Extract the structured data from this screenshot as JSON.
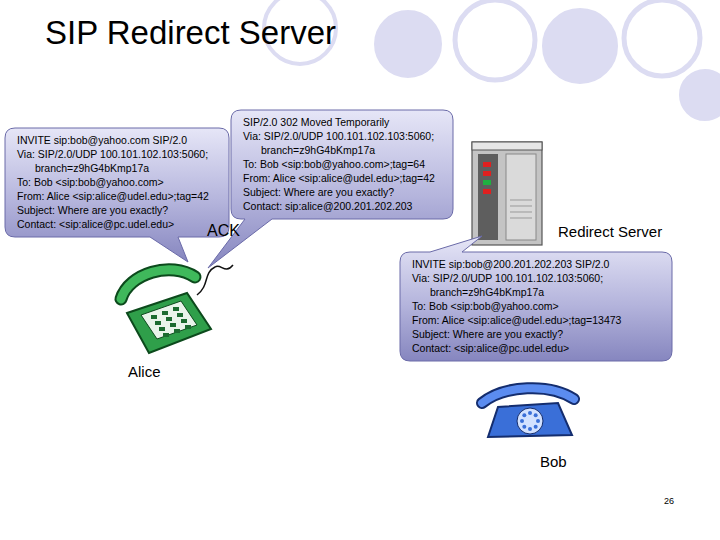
{
  "diagram": {
    "title": "SIP Redirect Server",
    "nodes": [
      {
        "text": [
          "INVITE sip:bob@yahoo.com SIP/2.0",
          "Via: SIP/2.0/UDP 100.101.102.103:5060; branch=z9hG4bKmp17a",
          "To: Bob <sip:bob@yahoo.com>",
          "From: Alice <sip:alice@udel.edu>;tag=42",
          "Subject: Where are you exactly?",
          "Contact: <sip:alice@pc.udel.edu>"
        ]
      },
      {
        "text": [
          "SIP/2.0 302 Moved Temporarily",
          "Via: SIP/2.0/UDP 100.101.102.103:5060; branch=z9hG4bKmp17a",
          "To: Bob <sip:bob@yahoo.com>;tag=64",
          "From: Alice <sip:alice@udel.edu>;tag=42",
          "Subject: Where are you exactly?",
          "Contact: sip:alice@200.201.202.203"
        ]
      },
      {
        "text": [
          "Redirect Server"
        ]
      },
      {
        "text": [
          "INVITE sip:bob@200.201.202.203 SIP/2.0",
          "Via: SIP/2.0/UDP 100.101.102.103:5060; branch=z9hG4bKmp17a",
          "To: Bob <sip:bob@yahoo.com>",
          "From: Alice <sip:alice@udel.edu>;tag=13473",
          "Subject: Where are you exactly?",
          "Contact: <sip:alice@pc.udel.edu>"
        ]
      },
      {
        "text": [
          "Alice"
        ]
      },
      {
        "text": [
          "Bob"
        ]
      }
    ],
    "labels": [
      "ACK",
      "26"
    ]
  }
}
